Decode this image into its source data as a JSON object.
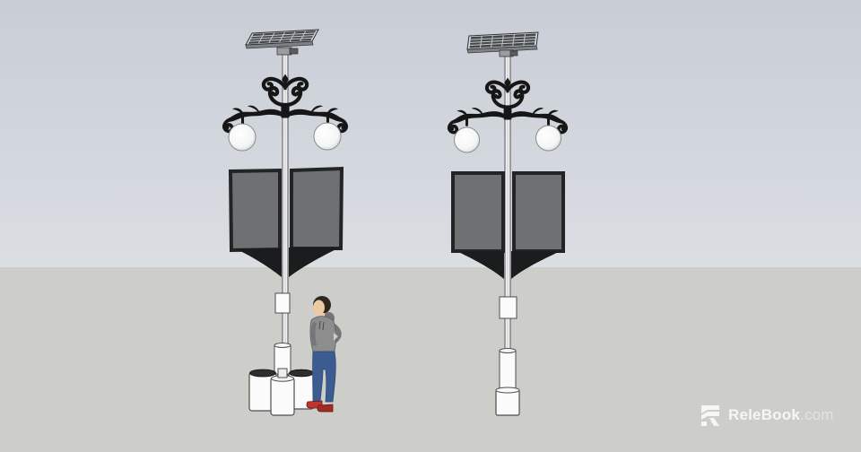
{
  "watermark": {
    "brand": "ReleBook",
    "suffix": ".com",
    "logo": "relebook-r-icon"
  },
  "scene": {
    "type": "3d-model-render",
    "objects": [
      "street-lamp-with-scale-figure",
      "street-lamp-front-view",
      "human-scale-figure"
    ],
    "lamp_parts": [
      "solar-panel",
      "mount-bracket",
      "pole",
      "scroll-ornament",
      "globe-lamp-left",
      "globe-lamp-right",
      "sign-panel-left",
      "sign-panel-right",
      "sign-bracket",
      "pole-box-segment",
      "pole-cylinder",
      "base-cylinders"
    ]
  },
  "colors": {
    "sky_top": "#c8cdd6",
    "sky_mid": "#d9dde2",
    "sky_bottom": "#eef1f0",
    "ground": "#cdcec9",
    "ornament": "#161616",
    "panel_cell": "#44484c",
    "panel_frame": "#d7d9da",
    "panel_grid": "#c3c6c9",
    "panel_edge": "#7e8184",
    "sign_fill": "#6e7071",
    "sign_border": "#232425",
    "globe_rim": "#d5d7d7",
    "pole_fill": "#f1f1f2",
    "pole_edge": "#57585a",
    "base_white": "#fbfbfb",
    "base_top_dark": "#2e2e2e",
    "outline": "#4e4e4e",
    "hair": "#2f2620",
    "skin": "#ecc9a3",
    "hoodie": "#8d8d8d",
    "hoodie_dark": "#76767a",
    "jeans": "#3c5c8f",
    "jeans_dark": "#2e4a78",
    "shoe": "#c2342c",
    "watermark_bright": "rgba(255,255,255,0.82)",
    "watermark_dim": "rgba(255,255,255,0.45)"
  }
}
